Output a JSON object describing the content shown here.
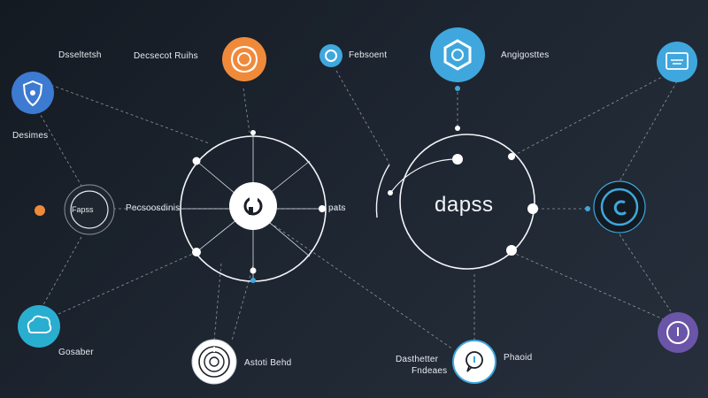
{
  "colors": {
    "background": "#1b222c",
    "line": "#c8cfd8",
    "orange": "#f08a3b",
    "blue": "#3fa7dd",
    "violet": "#6a55a8",
    "white": "#ffffff"
  },
  "hub_right_text": "dapss",
  "node_left_text": "Fapss",
  "labels": {
    "top_left": "Dsseltetsh",
    "left_mid": "Desimes",
    "top_center_left": "Decsecot Ruihs",
    "top_center": "Febsoent",
    "top_right": "Angigosttes",
    "center_left": "Pecsoosdinis",
    "center_right": "pats",
    "bottom_left": "Gosaber",
    "bottom_center": "Astoti Behd",
    "bottom_center_right_1": "Dasthetter",
    "bottom_center_right_2": "Fndeaes",
    "bottom_right": "Phaoid"
  },
  "icons": {
    "shield": "shield-icon",
    "flower": "flower-icon",
    "small_ring": "ring-icon",
    "hexagon": "hexagon-icon",
    "monitor": "monitor-icon",
    "cloud": "cloud-icon",
    "fingerprint": "fingerprint-icon",
    "chat": "chat-icon",
    "swirl": "swirl-icon",
    "location_pin": "location-pin-icon",
    "hub_glyph": "hub-glyph-icon"
  }
}
